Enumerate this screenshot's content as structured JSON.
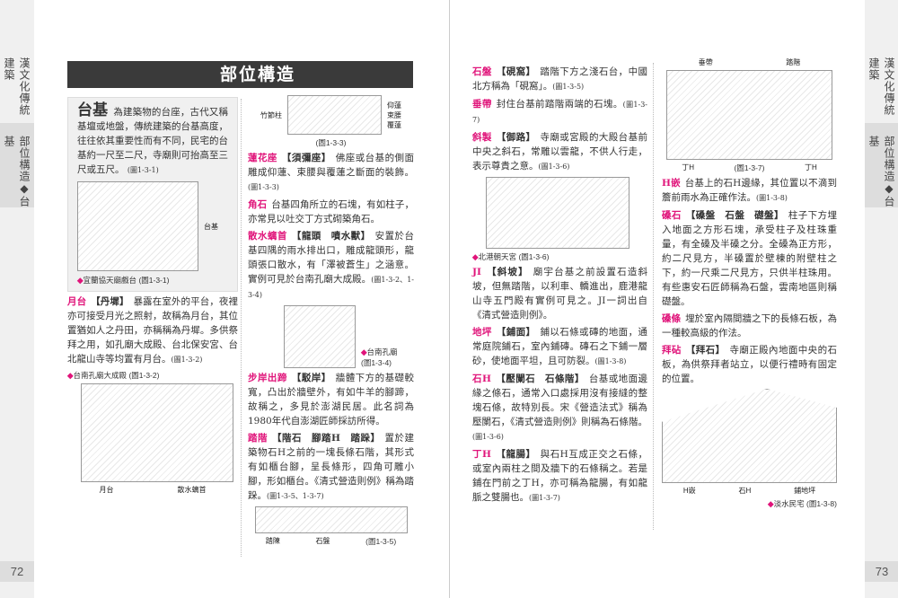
{
  "side_tab": {
    "book": "漢文化傳統建築",
    "section": "部位構造◆台基"
  },
  "page_numbers": {
    "left": "72",
    "right": "73"
  },
  "header": {
    "title": "部位構造"
  },
  "intro": {
    "term": "台基",
    "text": "為建築物的台座，古代又稱基壇或地盤，傳統建築的台基高度，往往依其重要性而有不同，民宅的台基約一尺至二尺，寺廟則可抬高至三尺或五尺。",
    "ref": "(圖1-3-1)"
  },
  "entries": [
    {
      "term": "月台",
      "alt": "【丹墀】",
      "text": "暴露在室外的平台，夜裡亦可接受月光之照射，故稱為月台，其位置猶如人之丹田，亦稱稱為丹墀。多供祭拜之用，如孔廟大成殿、台北保安宮、台北龍山寺等均置有月台。",
      "ref": "(圖1-3-2)"
    },
    {
      "term": "蓮花座",
      "alt": "【須彌座】",
      "text": "佛座或台基的側面雕成仰蓮、束腰與覆蓮之斷面的裝飾。",
      "ref": "(圖1-3-3)"
    },
    {
      "term": "角石",
      "alt": "",
      "text": "台基四角所立的石塊，有如柱子，亦常見以吐交丁方式砌築角石。",
      "ref": ""
    },
    {
      "term": "散水螭首",
      "alt": "【龍頭　噴水獸】",
      "text": "安置於台基四隅的雨水排出口，雕成龍頭形，龍頭張口散水，有「澤被蒼生」之涵意。實例可見於台南孔廟大成殿。",
      "ref": "(圖1-3-2、1-3-4)"
    },
    {
      "term": "步岸出蹄",
      "alt": "【駁岸】",
      "text": "牆體下方的基礎較寬，凸出於牆壁外，有如牛羊的腳蹄，故稱之，多見於澎湖民居。此名詞為1980年代自澎湖匠師採訪所得。",
      "ref": ""
    },
    {
      "term": "踏階",
      "alt": "【階石　腳踏H　踏跺】",
      "text": "置於建築物石H之前的一塊長條石階，其形式有如櫃台腳，呈長條形，四角可雕小腳，形如櫃台。《清式營造則例》稱為踏跺。",
      "ref": "(圖1-3-5、1-3-7)"
    },
    {
      "term": "石盤",
      "alt": "【硯窩】",
      "text": "踏階下方之淺石台，中國北方稱為「硯窩」。",
      "ref": "(圖1-3-5)"
    },
    {
      "term": "垂帶",
      "alt": "",
      "text": "封住台基前踏階兩端的石塊。",
      "ref": "(圖1-3-7)"
    },
    {
      "term": "斜製",
      "alt": "【御路】",
      "text": "寺廟或宮殿的大殿台基前中央之斜石，常雕以雲龍，不供人行走，表示尊貴之意。",
      "ref": "(圖1-3-6)"
    },
    {
      "term": "JI",
      "alt": "【斜坡】",
      "text": "廟宇台基之前設置石造斜坡，但無踏階，以利車、轎進出，鹿港龍山寺五門殿有實例可見之。JI一詞出自《清式營造則例》。",
      "ref": ""
    },
    {
      "term": "地坪",
      "alt": "【鋪面】",
      "text": "鋪以石條或磚的地面，通常庭院鋪石，室內鋪磚。磚石之下鋪一層砂，使地面平坦，且可防裂。",
      "ref": "(圖1-3-8)"
    },
    {
      "term": "石H",
      "alt": "【壓闌石　石條階】",
      "text": "台基或地面邊緣之條石，通常入口處採用沒有接縫的整塊石條，故特別長。宋《營造法式》稱為壓闌石，《清式營造則例》則稱為石條階。",
      "ref": "(圖1-3-6)"
    },
    {
      "term": "丁H",
      "alt": "【龍腸】",
      "text": "與石H互成正交之石條，或室內兩柱之間及牆下的石條稱之。若是鋪在門前之丁H，亦可稱為龍腸，有如龍脈之雙腸也。",
      "ref": "(圖1-3-7)"
    },
    {
      "term": "H嵌",
      "alt": "",
      "text": "台基上的石H邊緣，其位置以不滴到簷前雨水為正確作法。",
      "ref": "(圖1-3-8)"
    },
    {
      "term": "磉石",
      "alt": "【磉盤　石盤　礎盤】",
      "text": "柱子下方埋入地面之方形石塊，承受柱子及柱珠重量，有全磉及半磉之分。全磉為正方形，約二尺見方，半磉置於壁棟的附壁柱之下，約一尺乘二尺見方，只供半柱珠用。有些惠安石匠師稱為石盤，雲南地區則稱礎盤。",
      "ref": ""
    },
    {
      "term": "磉條",
      "alt": "",
      "text": "埋於室內隔間牆之下的長條石板，為一種較高級的作法。",
      "ref": ""
    },
    {
      "term": "拜砧",
      "alt": "【拜石】",
      "text": "寺廟正殿內地面中央的石板，為供祭拜者站立，以便行禮時有固定的位置。",
      "ref": ""
    }
  ],
  "figures": [
    {
      "place": "宜蘭協天廟戲台",
      "ref": "(圖1-3-1)",
      "labels": [
        "台基"
      ]
    },
    {
      "place": "台南孔廟大成殿",
      "ref": "(圖1-3-2)",
      "labels": [
        "月台",
        "散水螭首"
      ]
    },
    {
      "place": "",
      "ref": "(圖1-3-3)",
      "labels": [
        "竹節柱",
        "仰蓮",
        "束腰",
        "覆蓮"
      ]
    },
    {
      "place": "台南孔廟",
      "ref": "(圖1-3-4)",
      "labels": []
    },
    {
      "place": "",
      "ref": "(圖1-3-5)",
      "labels": [
        "踏陳",
        "石盤"
      ]
    },
    {
      "place": "北港朝天宮",
      "ref": "(圖1-3-6)",
      "labels": []
    },
    {
      "place": "",
      "ref": "(圖1-3-7)",
      "labels": [
        "垂帶",
        "踏階",
        "丁H",
        "丁H"
      ]
    },
    {
      "place": "淡水民宅",
      "ref": "(圖1-3-8)",
      "labels": [
        "鋪地坪",
        "石H",
        "H嵌"
      ]
    }
  ],
  "colors": {
    "accent": "#e0147a",
    "header_bg": "#3a3a3a",
    "tab_bg": "#dddddd"
  }
}
